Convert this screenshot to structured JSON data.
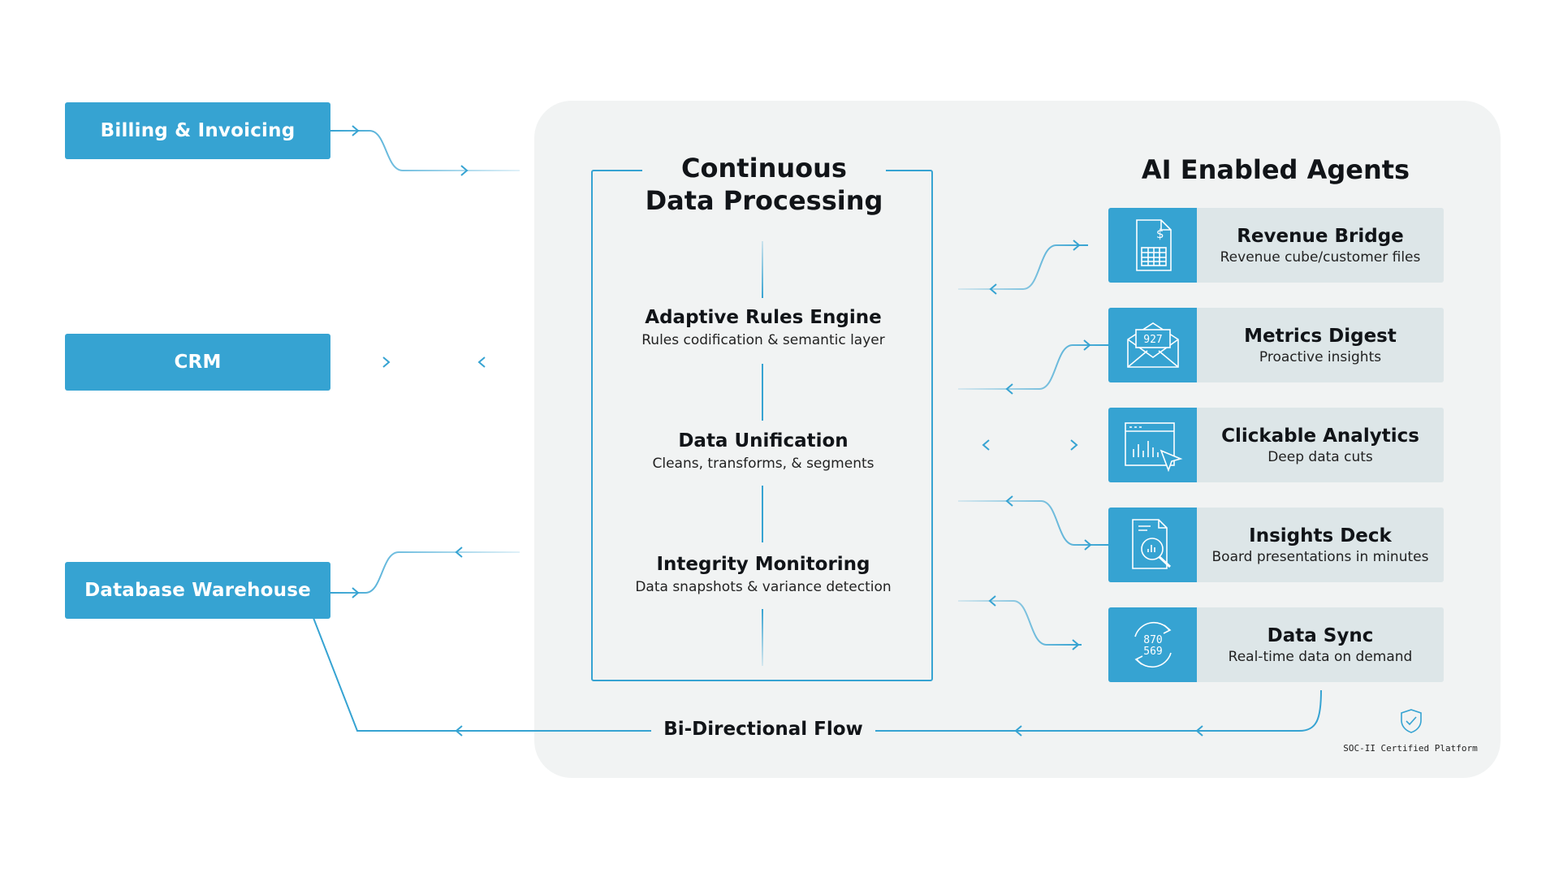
{
  "colors": {
    "accent": "#36a3d2",
    "panel": "#f1f3f3",
    "agent_bg": "#dde6e8",
    "text": "#111418"
  },
  "sources": [
    {
      "label": "Billing & Invoicing"
    },
    {
      "label": "CRM"
    },
    {
      "label": "Database Warehouse"
    }
  ],
  "processing": {
    "title_line1": "Continuous",
    "title_line2": "Data Processing",
    "steps": [
      {
        "title": "Adaptive Rules Engine",
        "subtitle": "Rules codification & semantic layer"
      },
      {
        "title": "Data Unification",
        "subtitle": "Cleans, transforms, & segments"
      },
      {
        "title": "Integrity Monitoring",
        "subtitle": "Data snapshots & variance detection"
      }
    ]
  },
  "agents": {
    "title": "AI Enabled Agents",
    "items": [
      {
        "title": "Revenue Bridge",
        "subtitle": "Revenue cube/customer files",
        "icon": "spreadsheet-dollar-icon"
      },
      {
        "title": "Metrics Digest",
        "subtitle": "Proactive insights",
        "icon": "envelope-metrics-icon",
        "icon_text": "927"
      },
      {
        "title": "Clickable Analytics",
        "subtitle": "Deep data cuts",
        "icon": "chart-window-cursor-icon"
      },
      {
        "title": "Insights Deck",
        "subtitle": "Board presentations in minutes",
        "icon": "document-magnifier-chart-icon"
      },
      {
        "title": "Data Sync",
        "subtitle": "Real-time data on demand",
        "icon": "sync-circle-icon",
        "icon_text_1": "870",
        "icon_text_2": "569"
      }
    ]
  },
  "flow_label": "Bi-Directional Flow",
  "certification": {
    "label": "SOC-II Certified Platform",
    "icon": "shield-check-icon"
  }
}
